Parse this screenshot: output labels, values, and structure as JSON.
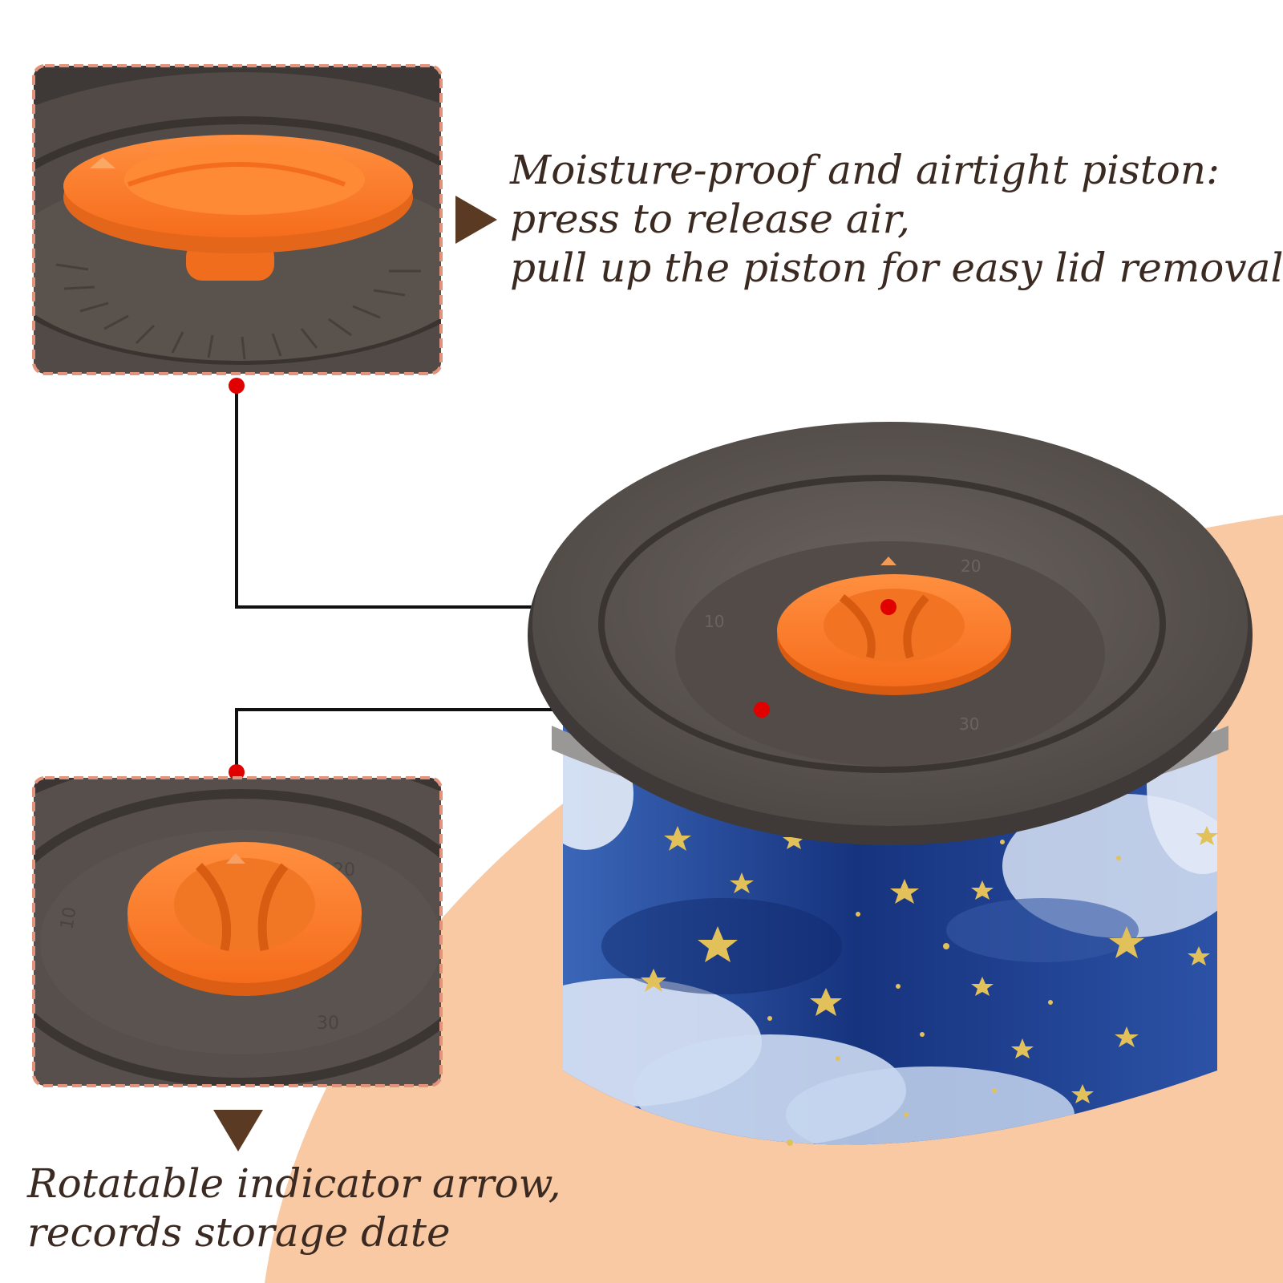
{
  "top_callout": {
    "lines": [
      "Moisture-proof and airtight piston:",
      "press to release air,",
      "pull up the piston for easy lid removal"
    ]
  },
  "bottom_callout": {
    "lines": [
      "Rotatable indicator arrow,",
      "records storage date"
    ]
  },
  "lid_markings": [
    "20",
    "30",
    "10"
  ],
  "colors": {
    "background_accent": "#f8c9a3",
    "frame_border": "#e3937b",
    "piston_orange": "#ff7f2a",
    "lid_gray": "#5f5854",
    "pointer_arrow": "#5a3a22",
    "dot_red": "#e00000",
    "text_brown": "#3a2a22",
    "container_blue": "#1e3f8f"
  },
  "icons": [
    "right-triangle-arrow-icon",
    "down-triangle-arrow-icon"
  ]
}
